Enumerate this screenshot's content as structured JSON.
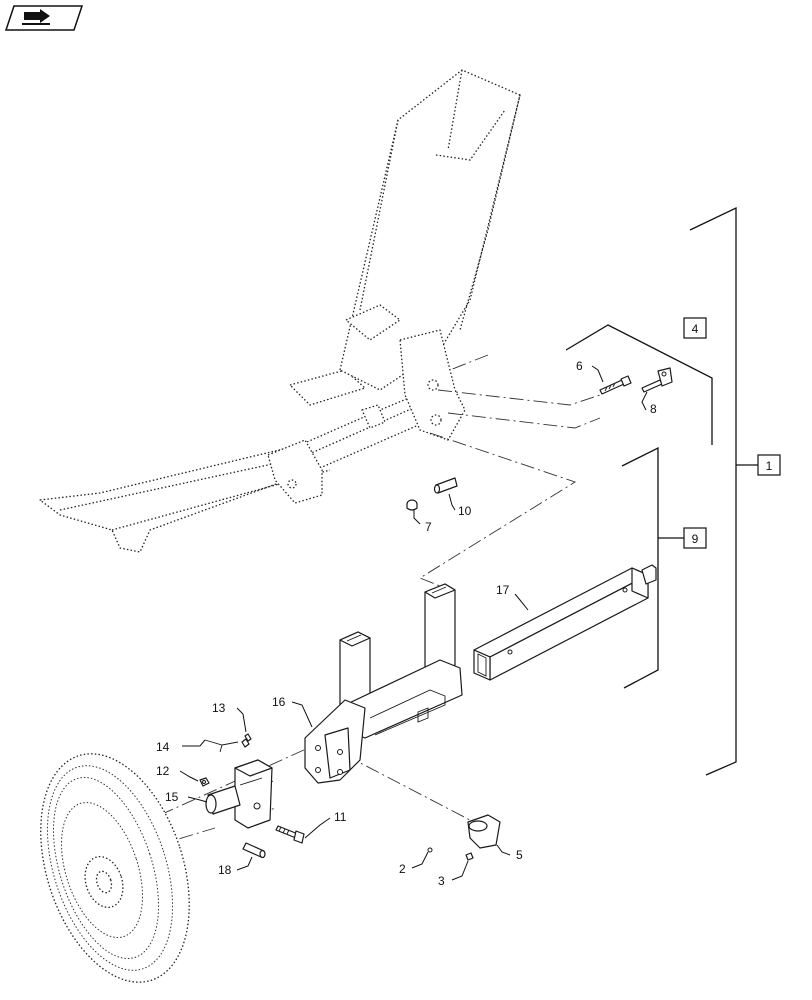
{
  "nav_icon": {
    "icon": "arrow-right-icon"
  },
  "callouts": {
    "c1": "1",
    "c2": "2",
    "c3": "3",
    "c4": "4",
    "c5": "5",
    "c6": "6",
    "c7": "7",
    "c8": "8",
    "c9": "9",
    "c10": "10",
    "c11": "11",
    "c12": "12",
    "c13": "13",
    "c14": "14",
    "c15": "15",
    "c16": "16",
    "c17": "17",
    "c18": "18"
  },
  "boxed_callouts": [
    "1",
    "4",
    "9"
  ]
}
